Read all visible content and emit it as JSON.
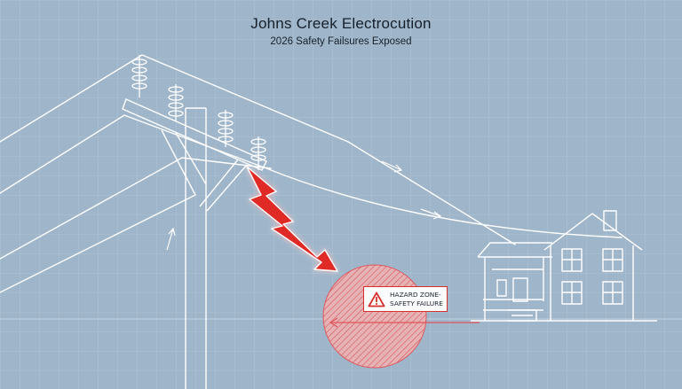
{
  "header": {
    "title": "Johns Creek Electrocution",
    "subtitle": "2026 Safety Failsures Exposed"
  },
  "hazard": {
    "line1": "HAZARD ZONE-",
    "line2": "SAFETY FAILURE"
  },
  "colors": {
    "background": "#9fb5c9",
    "grid": "#b3c6d6",
    "line": "#ffffff",
    "hazard_red": "#e02a27"
  },
  "icons": [
    "warning-triangle-icon",
    "lightning-bolt-icon",
    "arrow-icon"
  ]
}
